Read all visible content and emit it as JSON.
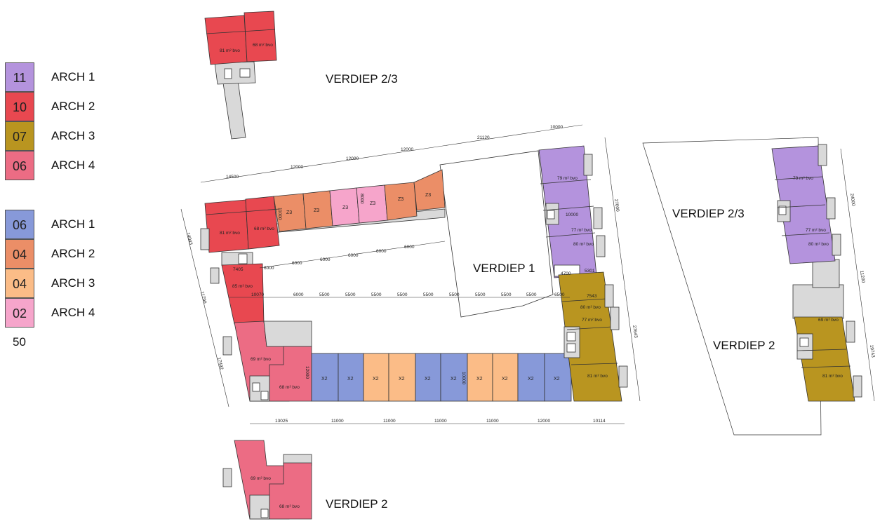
{
  "legend": {
    "group1": [
      {
        "count": "11",
        "label": "ARCH 1",
        "color": "#b493dd"
      },
      {
        "count": "10",
        "label": "ARCH 2",
        "color": "#e84850"
      },
      {
        "count": "07",
        "label": "ARCH 3",
        "color": "#b99520"
      },
      {
        "count": "06",
        "label": "ARCH 4",
        "color": "#ec6c84"
      }
    ],
    "group2": [
      {
        "count": "06",
        "label": "ARCH 1",
        "color": "#8799d9"
      },
      {
        "count": "04",
        "label": "ARCH 2",
        "color": "#eb8e67"
      },
      {
        "count": "04",
        "label": "ARCH 3",
        "color": "#fbbc87"
      },
      {
        "count": "02",
        "label": "ARCH 4",
        "color": "#f6a5cb"
      }
    ],
    "total": "50"
  },
  "levels": {
    "top_left": "VERDIEP 2/3",
    "main": "VERDIEP 1",
    "right_upper": "VERDIEP 2/3",
    "right_lower": "VERDIEP 2",
    "bottom_left": "VERDIEP 2"
  },
  "dimensions": {
    "top_chain": [
      "14500",
      "12000",
      "12000",
      "12000",
      "21120",
      "10000"
    ],
    "inner_upper": [
      "6000",
      "6000",
      "6000",
      "6000",
      "6000",
      "6000"
    ],
    "inner_mid": [
      "10070",
      "6000",
      "5500",
      "5500",
      "5500",
      "5500",
      "5500",
      "5500",
      "5500",
      "5500",
      "5500",
      "6500"
    ],
    "bottom_chain": [
      "13025",
      "11000",
      "11000",
      "11000",
      "11000",
      "12000",
      "10114"
    ],
    "left_chain": [
      "14043",
      "11790",
      "17492"
    ],
    "right_main": [
      "27000",
      "27643"
    ],
    "right_side": [
      "24000",
      "11200",
      "19743"
    ],
    "misc": [
      "11000",
      "8000",
      "7405",
      "10000",
      "4700",
      "5301",
      "7543",
      "12000",
      "10000"
    ]
  },
  "units": {
    "arch2_a": "81 m² bvo",
    "arch2_b": "68 m² bvo",
    "arch2_c": "85 m² bvo",
    "arch4_a": "69 m² bvo",
    "arch4_b": "68 m² bvo",
    "arch1_a": "79 m² bvo",
    "arch1_b": "77 m² bvo",
    "arch1_c": "80 m² bvo",
    "arch3_a": "80 m² bvo",
    "arch3_b": "77 m² bvo",
    "arch3_c": "81 m² bvo",
    "side_arch3_a": "69 m² bvo",
    "type_z": "Z3",
    "type_x": "X2"
  }
}
